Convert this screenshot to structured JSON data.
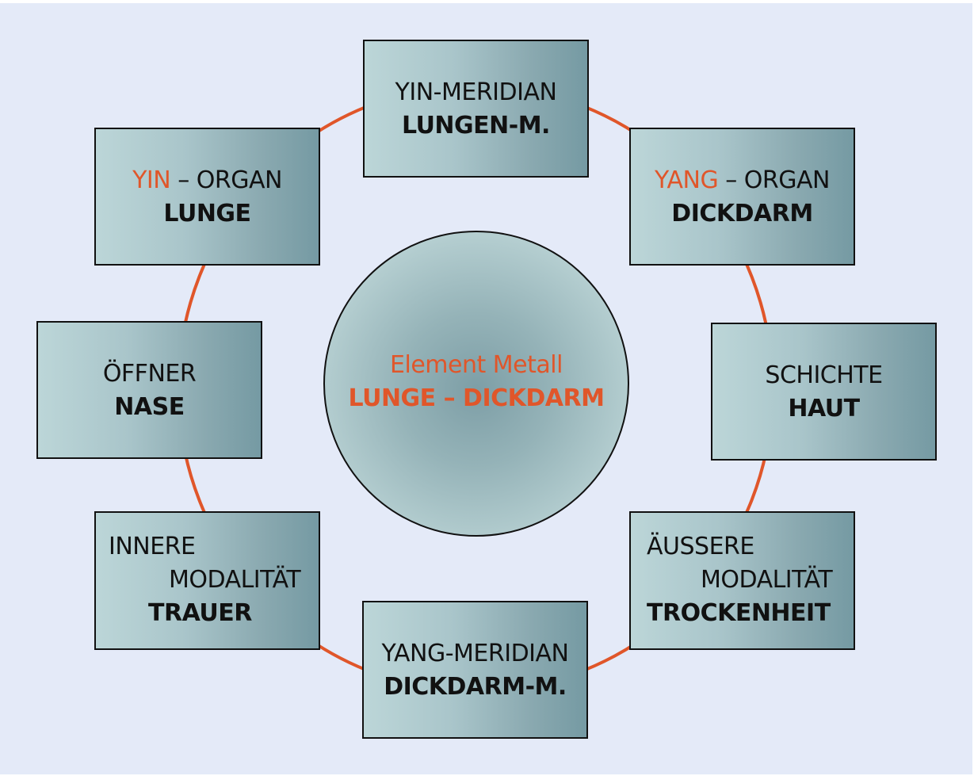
{
  "diagram": {
    "colors": {
      "background": "#e4eaf8",
      "ring": "#e0562a",
      "accent_text": "#e0562a",
      "box_border": "#111111"
    },
    "center": {
      "line1": "Element Metall",
      "line2": "LUNGE – DICKDARM"
    },
    "nodes": {
      "top": {
        "line1": "YIN-MERIDIAN",
        "line2": "LUNGEN-M."
      },
      "top_left": {
        "accent": "YIN",
        "rest": " – ORGAN",
        "line2": "LUNGE"
      },
      "top_right": {
        "accent": "YANG",
        "rest": " – ORGAN",
        "line2": "DICKDARM"
      },
      "left": {
        "line1": "ÖFFNER",
        "line2": "NASE"
      },
      "right": {
        "line1": "SCHICHTE",
        "line2": "HAUT"
      },
      "bottom_left": {
        "line1": "INNERE",
        "line2": "MODALITÄT",
        "line3": "TRAUER"
      },
      "bottom_right": {
        "line1": "ÄUSSERE",
        "line2": "MODALITÄT",
        "line3": "TROCKENHEIT"
      },
      "bottom": {
        "line1": "YANG-MERIDIAN",
        "line2": "DICKDARM-M."
      }
    }
  }
}
